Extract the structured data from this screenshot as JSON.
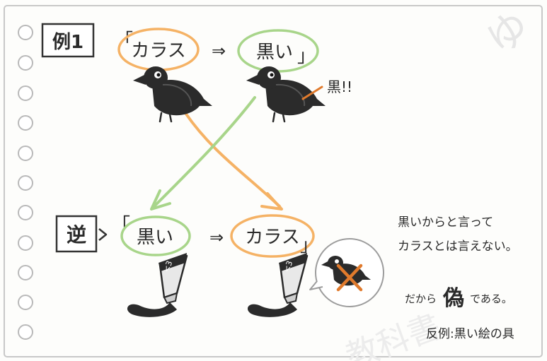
{
  "example_label": "例1",
  "converse_label": "逆",
  "original": {
    "open_bracket": "「",
    "subject": "カラス",
    "arrow": "⇒",
    "predicate": "黒い",
    "close_bracket": "」"
  },
  "converse": {
    "open_bracket": "「",
    "subject": "黒い",
    "arrow": "⇒",
    "predicate": "カラス",
    "close_bracket": "」"
  },
  "crow_note": "黒!!",
  "tube_label": "<3",
  "explanation": {
    "line1": "黒いからと言って",
    "line2": "カラスとは言えない。",
    "line3_pre": "だから",
    "line3_big": "偽",
    "line3_post": "である。",
    "counterexample": "反例:黒い絵の具"
  },
  "watermark": {
    "top_right": "ゆ",
    "bottom": "教科書"
  },
  "colors": {
    "orange": "#f5b265",
    "green": "#a8d58a",
    "ink": "#2a2a2a",
    "cross": "#e07a2c"
  }
}
